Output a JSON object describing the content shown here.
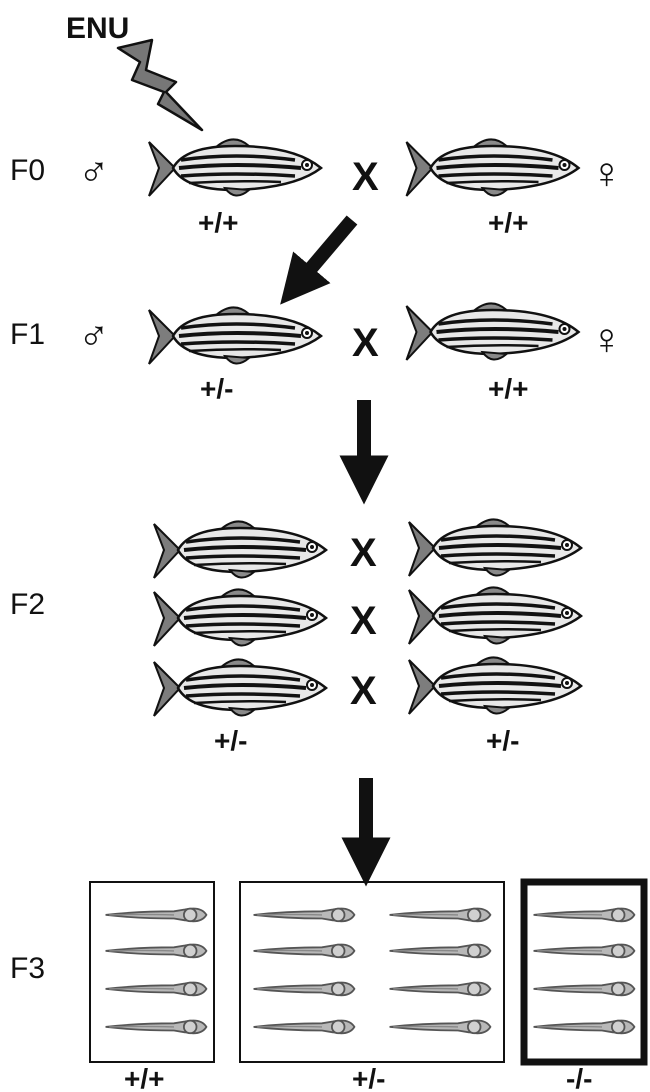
{
  "mutagen": {
    "label": "ENU",
    "icon": "lightning-bolt-icon"
  },
  "symbols": {
    "male": "♂",
    "female": "♀",
    "cross": "X"
  },
  "generations": {
    "f0": {
      "label": "F0",
      "male_genotype": "+/+",
      "female_genotype": "+/+"
    },
    "f1": {
      "label": "F1",
      "male_genotype": "+/-",
      "female_genotype": "+/+"
    },
    "f2": {
      "label": "F2",
      "left_genotype": "+/-",
      "right_genotype": "+/-"
    },
    "f3": {
      "label": "F3",
      "groups": [
        "+/+",
        "+/-",
        "-/-"
      ]
    }
  },
  "colors": {
    "ink": "#111111",
    "fish_body": "#e8e8e8",
    "fin": "#8a8a8a",
    "larva": "#b8b8b8"
  }
}
